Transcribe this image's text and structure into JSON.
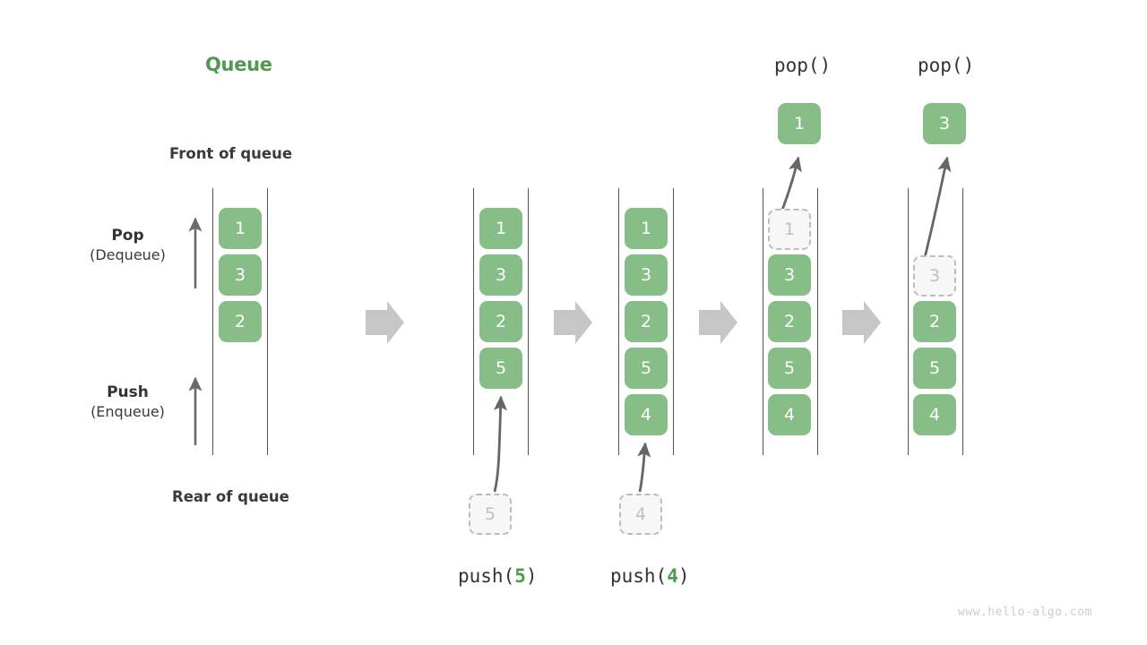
{
  "diagram": {
    "title": "Queue",
    "title_color": "#4f9a4f",
    "watermark": "www.hello-algo.com",
    "cell_color": "#87bd87",
    "ghost_color": "#f7f7f7",
    "arrow_color": "#666666",
    "transition_arrow_color": "#c6c6c6"
  },
  "legend": {
    "front_label": "Front of queue",
    "rear_label": "Rear of queue",
    "pop": {
      "line1": "Pop",
      "line2": "(Dequeue)"
    },
    "push": {
      "line1": "Push",
      "line2": "(Enqueue)"
    },
    "pop_arrow_icon": "up-arrow-icon",
    "push_arrow_icon": "up-arrow-icon"
  },
  "stages": [
    {
      "id": "initial",
      "op_label": "",
      "caption": "",
      "cells": [
        "1",
        "3",
        "2"
      ],
      "ghost_in": null,
      "ghost_out": null,
      "popped": null
    },
    {
      "id": "push-5",
      "op_label": "",
      "caption_prefix": "push(",
      "caption_arg": "5",
      "caption_suffix": ")",
      "cells": [
        "1",
        "3",
        "2",
        "5"
      ],
      "ghost_in": "5",
      "ghost_out": null,
      "popped": null
    },
    {
      "id": "push-4",
      "op_label": "",
      "caption_prefix": "push(",
      "caption_arg": "4",
      "caption_suffix": ")",
      "cells": [
        "1",
        "3",
        "2",
        "5",
        "4"
      ],
      "ghost_in": "4",
      "ghost_out": null,
      "popped": null
    },
    {
      "id": "pop-1",
      "op_label": "pop()",
      "caption": "",
      "cells": [
        "3",
        "2",
        "5",
        "4"
      ],
      "ghost_in": null,
      "ghost_out": "1",
      "popped": "1"
    },
    {
      "id": "pop-3",
      "op_label": "pop()",
      "caption": "",
      "cells": [
        "2",
        "5",
        "4"
      ],
      "ghost_in": null,
      "ghost_out": "3",
      "popped": "3"
    }
  ],
  "transitions": [
    {
      "name": "transition-arrow-1"
    },
    {
      "name": "transition-arrow-2"
    },
    {
      "name": "transition-arrow-3"
    },
    {
      "name": "transition-arrow-4"
    }
  ]
}
